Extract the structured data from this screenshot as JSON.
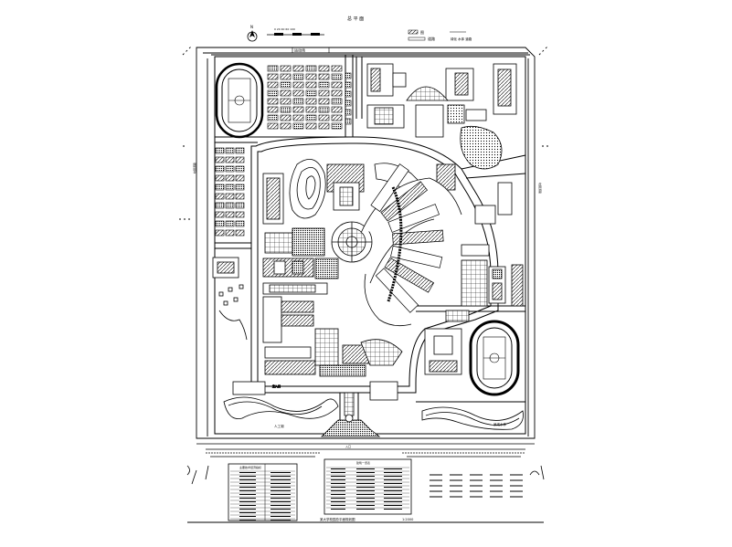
{
  "drawing": {
    "top_title": "总 平 面",
    "north_mark": "N",
    "scale_bar_label": "0  20  40  60  100",
    "legend_top_label_1": "图",
    "legend_top_label_2": "道路",
    "legend_top_label_3": "绿化 水体 道路",
    "upper_label": "运动场",
    "lake_label_left": "人工湖",
    "lake_label_right": "景观水体",
    "gate_label": "主入口",
    "side_label_left": "校园道路",
    "side_label_right": "校园道路",
    "bottom_center_label": "入口",
    "table_left_title": "主要技术经济指标",
    "table_mid_title": "建筑一览表",
    "caption": "某大学校园总平面规划图",
    "scale_caption": "1:2000"
  },
  "colors": {
    "line": "#000000",
    "background": "#ffffff"
  }
}
